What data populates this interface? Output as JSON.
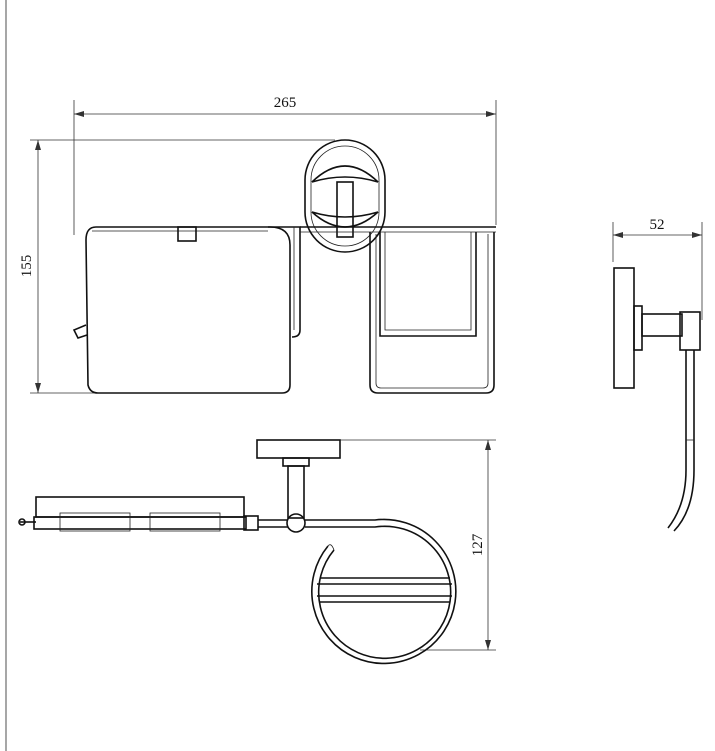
{
  "dimensions": {
    "width_label": "265",
    "height_label": "155",
    "depth_label": "52",
    "bottom_height_label": "127"
  },
  "colors": {
    "stroke": "#111111",
    "background": "#ffffff"
  }
}
